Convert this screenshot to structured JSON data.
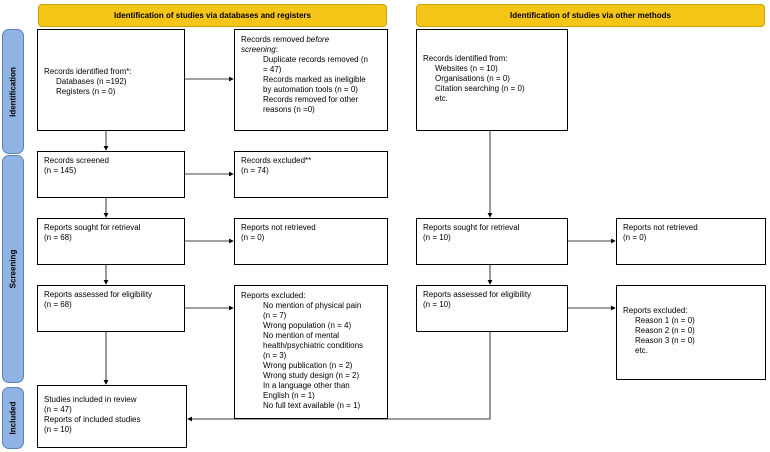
{
  "headers": {
    "left": "Identification of studies via databases and registers",
    "right": "Identification of studies via other methods"
  },
  "phases": {
    "identification": "Identification",
    "screening": "Screening",
    "included": "Included"
  },
  "db": {
    "identified": {
      "title": "Records identified from*:",
      "databases": "Databases (n =192)",
      "registers": "Registers (n = 0)"
    },
    "removed": {
      "title_pre": "Records removed ",
      "title_em": "before",
      "title_post": "screening",
      "title_colon": ":",
      "l1": "Duplicate records removed (n",
      "l2": "= 47)",
      "l3": "Records marked as ineligible",
      "l4": "by automation tools (n = 0)",
      "l5": "Records removed for other",
      "l6": "reasons (n =0)"
    },
    "screened": {
      "title": "Records screened",
      "n": "(n = 145)"
    },
    "excluded": {
      "title": "Records excluded**",
      "n": "(n = 74)"
    },
    "sought": {
      "title": "Reports sought for retrieval",
      "n": "(n = 68)"
    },
    "not_retrieved": {
      "title": "Reports not retrieved",
      "n": "(n = 0)"
    },
    "assessed": {
      "title": "Reports assessed for eligibility",
      "n": "(n = 68)"
    },
    "reports_excluded": {
      "title": "Reports excluded:",
      "lines": [
        "No mention of physical pain",
        "(n = 7)",
        "Wrong population (n = 4)",
        "No mention of mental",
        "health/psychiatric conditions",
        "(n = 3)",
        "Wrong publication (n = 2)",
        "Wrong study design (n = 2)",
        "In a language other than",
        "English (n = 1)",
        "No full text available (n = 1)"
      ]
    },
    "included": {
      "l1": "Studies included in review",
      "l2": "(n = 47)",
      "l3": "Reports of included studies",
      "l4": "(n = 10)"
    }
  },
  "other": {
    "identified": {
      "title": "Records identified from:",
      "lines": [
        "Websites (n = 10)",
        "Organisations (n = 0)",
        "Citation searching (n = 0)",
        "etc."
      ]
    },
    "sought": {
      "title": "Reports sought for retrieval",
      "n": "(n = 10)"
    },
    "not_retrieved": {
      "title": "Reports not retrieved",
      "n": "(n = 0)"
    },
    "assessed": {
      "title": "Reports assessed for eligibility",
      "n": "(n = 10)"
    },
    "reports_excluded": {
      "title": "Reports excluded:",
      "lines": [
        "Reason 1 (n = 0)",
        "Reason 2 (n = 0)",
        "Reason 3 (n = 0)",
        "etc."
      ]
    }
  }
}
